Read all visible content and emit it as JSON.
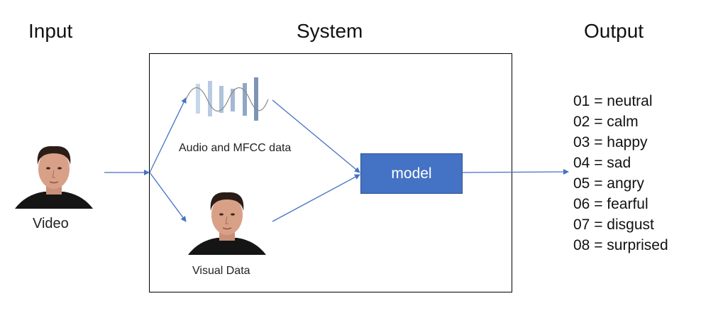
{
  "headings": {
    "input": "Input",
    "system": "System",
    "output": "Output"
  },
  "input": {
    "caption": "Video"
  },
  "system": {
    "audio_caption": "Audio and MFCC data",
    "visual_caption": "Visual Data",
    "model_label": "model"
  },
  "output": {
    "labels": [
      "01 = neutral",
      "02 = calm",
      "03 = happy",
      "04 = sad",
      "05 = angry",
      "06 = fearful",
      "07 = disgust",
      "08 = surprised"
    ]
  },
  "colors": {
    "arrow": "#4472c4",
    "model_fill": "#4472c4",
    "audio_bars": "#a9bfd8"
  },
  "icons": [
    "face-photo-icon",
    "audio-waveform-icon"
  ]
}
